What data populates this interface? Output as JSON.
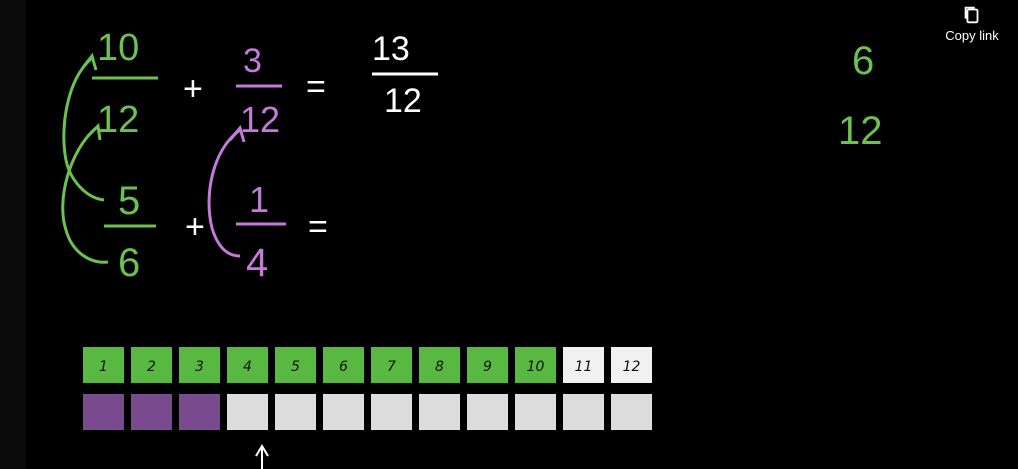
{
  "controls": {
    "copy_link_label": "Copy link",
    "copy_icon": "copy-icon"
  },
  "equation1": {
    "a_num": "10",
    "a_den": "12",
    "plus": "+",
    "b_num": "3",
    "b_den": "12",
    "equals": "=",
    "r_num": "13",
    "r_den": "12"
  },
  "equation2": {
    "a_num": "5",
    "a_den": "6",
    "plus": "+",
    "b_num": "1",
    "b_den": "4",
    "equals": "="
  },
  "side_notes": {
    "n1": "6",
    "n2": "12"
  },
  "grid": {
    "top_row": [
      "1",
      "2",
      "3",
      "4",
      "5",
      "6",
      "7",
      "8",
      "9",
      "10",
      "11",
      "12"
    ],
    "top_row_shaded": 10,
    "bottom_row_shaded": 3
  },
  "colors": {
    "green": "#6cc150",
    "purple": "#c47ad8",
    "white": "#ffffff",
    "cell_white": "#f1f1f1",
    "cell_green": "#59b842",
    "cell_purple": "#7a4a8e",
    "cell_gray": "#dcdcdc"
  }
}
